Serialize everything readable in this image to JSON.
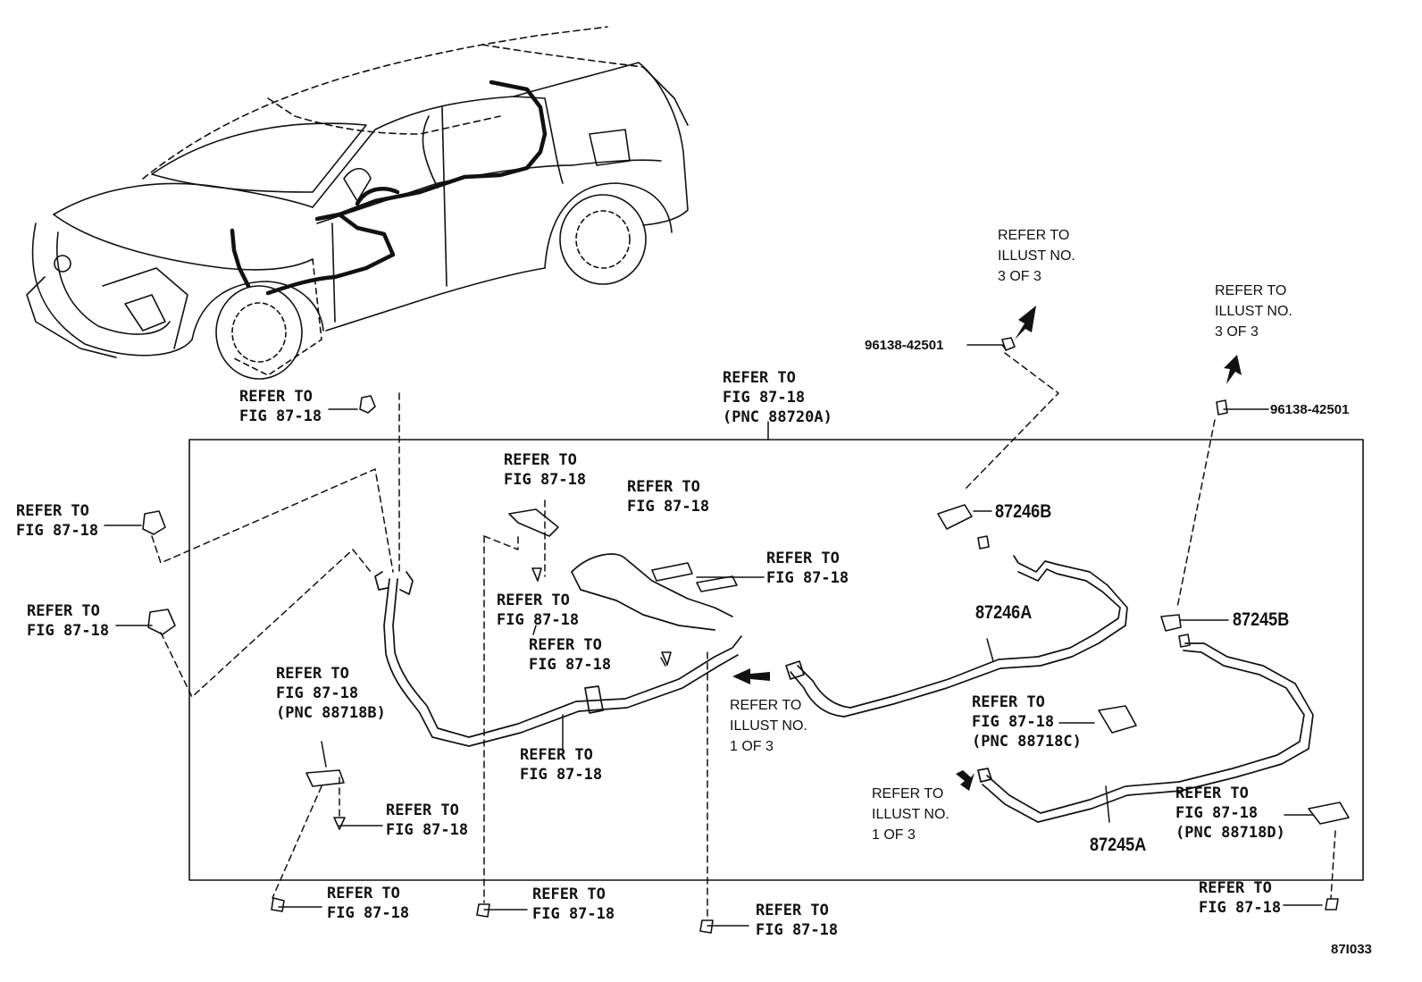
{
  "labels": {
    "refer_fig_87_18": "REFER TO\nFIG 87-18",
    "refer_fig_88720a": "REFER TO\nFIG 87-18\n(PNC 88720A)",
    "refer_fig_88718b": "REFER TO\nFIG 87-18\n(PNC 88718B)",
    "refer_fig_88718c": "REFER TO\nFIG 87-18\n(PNC 88718C)",
    "refer_fig_88718d": "REFER TO\nFIG 87-18\n(PNC 88718D)",
    "refer_illust_3of3": "REFER TO\nILLUST NO.\n3 OF 3",
    "refer_illust_1of3": "REFER TO\nILLUST NO.\n1 OF 3",
    "clip_part_number": "96138-42501"
  },
  "part_numbers": {
    "p87246b": "87246B",
    "p87246a": "87246A",
    "p87245b": "87245B",
    "p87245a": "87245A"
  },
  "illustration_code": "87I033"
}
